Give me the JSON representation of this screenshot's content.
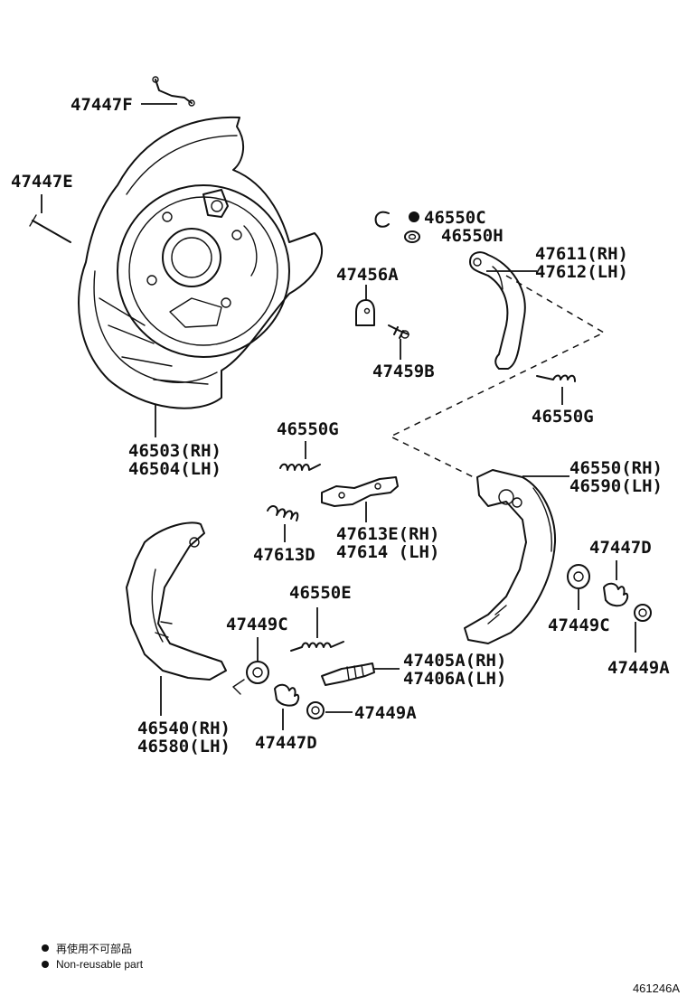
{
  "labels": {
    "l47447F": "47447F",
    "l47447E": "47447E",
    "l46550C": "46550C",
    "l46550H": "46550H",
    "l47611": "47611(RH)",
    "l47612": "47612(LH)",
    "l47456A": "47456A",
    "l47459B": "47459B",
    "l46550G_a": "46550G",
    "l46503": "46503(RH)",
    "l46504": "46504(LH)",
    "l46550G_b": "46550G",
    "l46550": "46550(RH)",
    "l46590": "46590(LH)",
    "l47613E": "47613E(RH)",
    "l47614": "47614  (LH)",
    "l47613D": "47613D",
    "l47447D_a": "47447D",
    "l46550E": "46550E",
    "l47449C_a": "47449C",
    "l47449C_b": "47449C",
    "l47449A_a": "47449A",
    "l47405A": "47405A(RH)",
    "l47406A": "47406A(LH)",
    "l46540": "46540(RH)",
    "l46580": "46580(LH)",
    "l47447D_b": "47447D",
    "l47449A_b": "47449A"
  },
  "legend": {
    "line_ja": "再使用不可部品",
    "line_en": "Non-reusable part"
  },
  "diagram_code": "461246A"
}
